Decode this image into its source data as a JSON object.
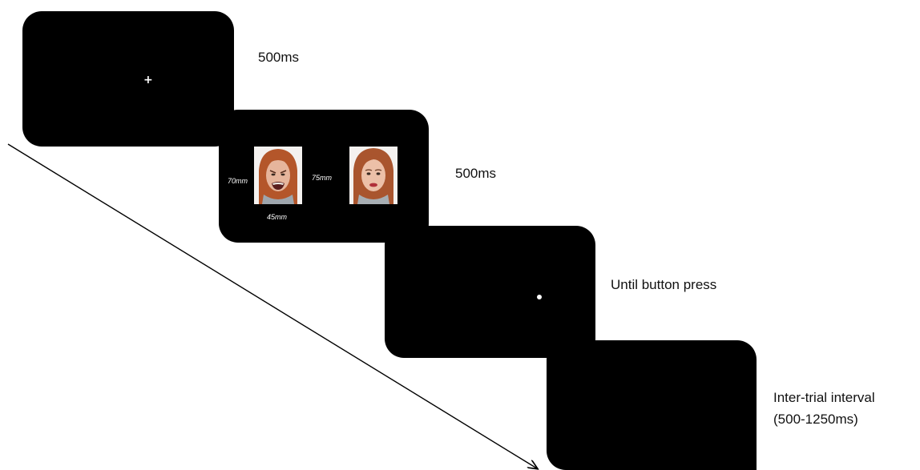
{
  "steps": [
    {
      "label": "500ms"
    },
    {
      "label": "500ms"
    },
    {
      "label": "Until button press"
    },
    {
      "label_line1": "Inter-trial interval",
      "label_line2": "(500-1250ms)"
    }
  ],
  "fixation": {
    "symbol": "+"
  },
  "dimensions": {
    "height": "70mm",
    "gap": "75mm",
    "width": "45mm"
  },
  "faces": [
    {
      "name": "angry-face",
      "expression": "angry"
    },
    {
      "name": "neutral-face",
      "expression": "neutral"
    }
  ],
  "colors": {
    "screen": "#000000",
    "background": "#ffffff",
    "hair": "#b4562a",
    "skin": "#e9b9a0"
  }
}
